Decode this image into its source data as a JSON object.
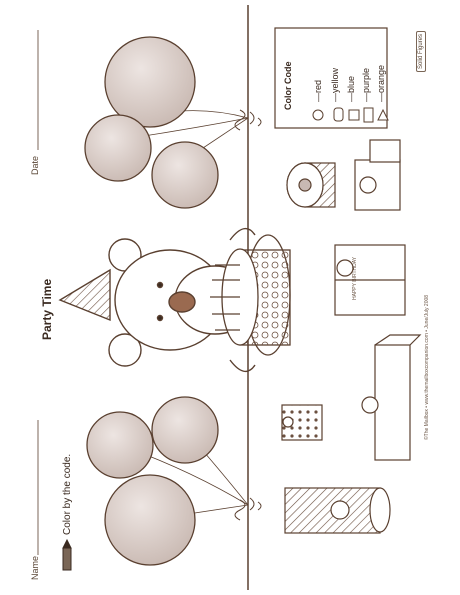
{
  "header": {
    "name_label": "Name",
    "date_label": "Date",
    "title": "Party Time",
    "instruction": "Color by the code."
  },
  "color_code": {
    "title": "Color Code",
    "items": [
      {
        "shape": "circle-shape",
        "color_name": "red"
      },
      {
        "shape": "cylinder-shape",
        "color_name": "yellow"
      },
      {
        "shape": "cube-shape",
        "color_name": "blue"
      },
      {
        "shape": "rectangular-prism-shape",
        "color_name": "purple"
      },
      {
        "shape": "cone-shape",
        "color_name": "orange"
      }
    ]
  },
  "footer": {
    "tag": "Solid Figures",
    "credit": "©The Mailbox • www.themailboxcompanion.com • June/July 2008"
  },
  "decor": {
    "gift_text": "HAPPY BIRTHDAY",
    "line_color": "#5a4030",
    "balloon_fill": "#d9cdc8"
  }
}
